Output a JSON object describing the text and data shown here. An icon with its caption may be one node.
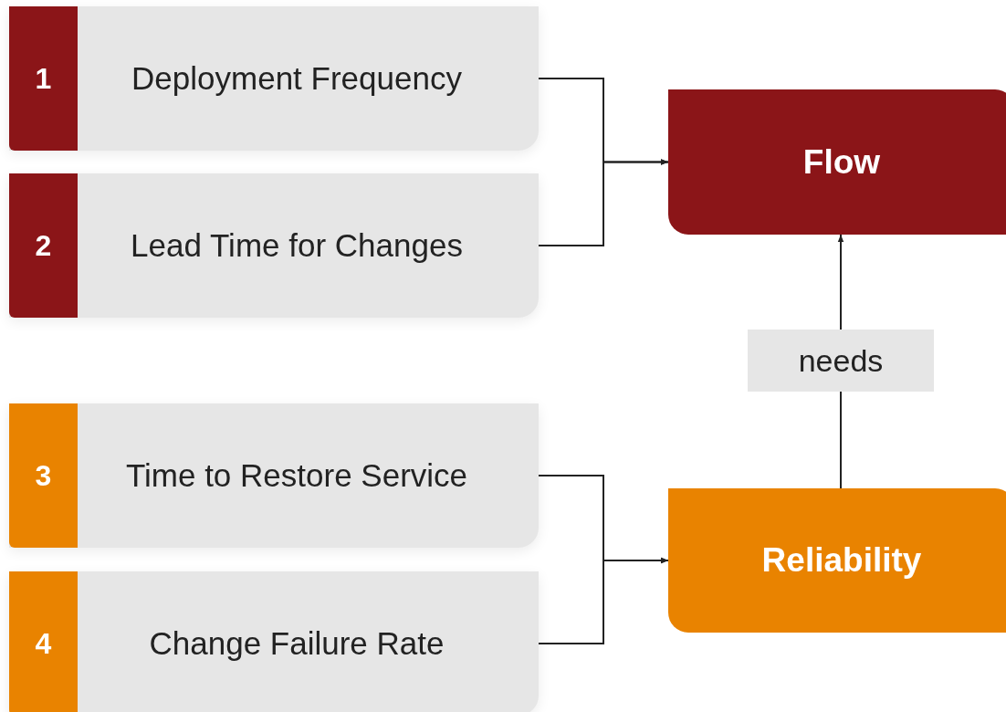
{
  "diagram": {
    "nodes": [
      {
        "text": [
          "Deployment Frequency"
        ]
      },
      {
        "text": [
          "1"
        ],
        "in": 0
      },
      {
        "text": [
          "Lead Time for Changes"
        ]
      },
      {
        "text": [
          "2"
        ],
        "in": 2
      },
      {
        "text": [
          "Time to Restore Service"
        ]
      },
      {
        "text": [
          "3"
        ],
        "in": 4
      },
      {
        "text": [
          "Change Failure Rate"
        ]
      },
      {
        "text": [
          "4"
        ],
        "in": 6
      },
      {
        "text": [
          "Flow"
        ]
      },
      {
        "text": [
          "Reliability"
        ]
      }
    ],
    "edges": [
      {
        "from": 0,
        "to": 8,
        "arrow": "to"
      },
      {
        "from": 2,
        "to": 8,
        "arrow": "to"
      },
      {
        "from": 4,
        "to": 9,
        "arrow": "to"
      },
      {
        "from": 6,
        "to": 9,
        "arrow": "to"
      },
      {
        "from": 9,
        "to": 8,
        "arrow": "to",
        "label": "needs"
      }
    ]
  }
}
